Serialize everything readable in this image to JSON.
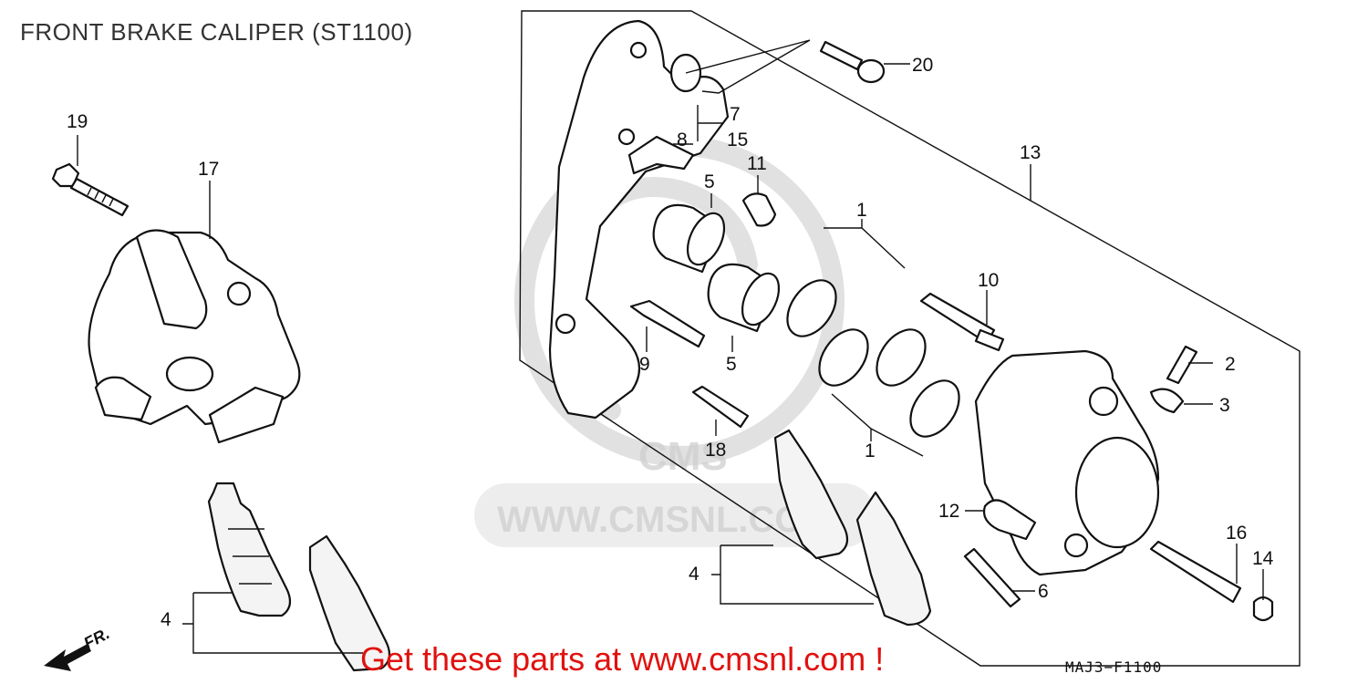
{
  "title": "FRONT BRAKE CALIPER (ST1100)",
  "promo": "Get these parts at www.cmsnl.com !",
  "diagram_code": "MAJ3−F1100",
  "watermark": {
    "logo": "CMS",
    "url": "WWW.CMSNL.COM"
  },
  "front_indicator": "FR.",
  "callouts": {
    "c1a": "1",
    "c1b": "1",
    "c2": "2",
    "c3": "3",
    "c4a": "4",
    "c4b": "4",
    "c5a": "5",
    "c5b": "5",
    "c6": "6",
    "c7": "7",
    "c8": "8",
    "c9": "9",
    "c10": "10",
    "c11": "11",
    "c12": "12",
    "c13": "13",
    "c14": "14",
    "c15": "15",
    "c16": "16",
    "c17": "17",
    "c18": "18",
    "c19": "19",
    "c20": "20"
  },
  "colors": {
    "promo": "#e0120f",
    "title": "#333333",
    "watermark": "#c8c8c8"
  }
}
